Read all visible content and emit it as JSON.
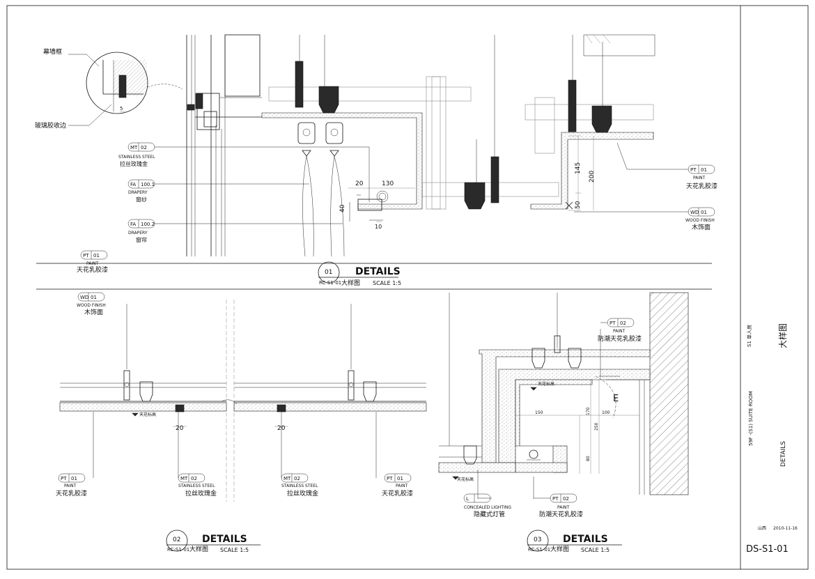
{
  "sheet": {
    "sheet_number": "DS-S1-01",
    "title_cn": "大样图",
    "room_cn": "S1 单人房",
    "room_en": "59F -(S1) SUITE ROOM",
    "details_en": "DETAILS",
    "signature": "山西",
    "date": "2010-11-16"
  },
  "detail01": {
    "num": "01",
    "ref": "RC-S1-01",
    "title": "DETAILS",
    "title_cn": "大样图",
    "scale": "SCALE   1:5",
    "callouts": {
      "curtain_frame": "幕墙框",
      "glass_glue": "玻璃胶收边",
      "ss": {
        "code": "MT",
        "num": "02",
        "en": "STAINLESS STEEL",
        "cn": "拉丝玫瑰金"
      },
      "sheer": {
        "code": "FA",
        "num": "100.1",
        "en": "DRAPERY",
        "cn": "窗纱"
      },
      "curtain": {
        "code": "FA",
        "num": "100.2",
        "en": "DRAPERY",
        "cn": "窗帘"
      },
      "paint_l": {
        "code": "PT",
        "num": "01",
        "en": "PAINT",
        "cn": "天花乳胶漆"
      },
      "paint_r": {
        "code": "PT",
        "num": "01",
        "en": "PAINT",
        "cn": "天花乳胶漆"
      },
      "wood": {
        "code": "WD",
        "num": "01",
        "en": "WOOD FINISH",
        "cn": "木饰面"
      }
    },
    "dims": {
      "d20": "20",
      "d130": "130",
      "d40": "40",
      "d10": "10",
      "d5": "5",
      "d145": "145",
      "d200": "200",
      "d50": "50"
    }
  },
  "detail02": {
    "num": "02",
    "ref": "RC-S1-01",
    "title": "DETAILS",
    "title_cn": "大样图",
    "scale": "SCALE   1:5",
    "callouts": {
      "wood": {
        "code": "WD",
        "num": "01",
        "en": "WOOD FINISH",
        "cn": "木饰面"
      },
      "paint_l": {
        "code": "PT",
        "num": "01",
        "en": "PAINT",
        "cn": "天花乳胶漆"
      },
      "ss_l": {
        "code": "MT",
        "num": "02",
        "en": "STAINLESS STEEL",
        "cn": "拉丝玫瑰金"
      },
      "ss_r": {
        "code": "MT",
        "num": "02",
        "en": "STAINLESS STEEL",
        "cn": "拉丝玫瑰金"
      },
      "paint_r": {
        "code": "PT",
        "num": "01",
        "en": "PAINT",
        "cn": "天花乳胶漆"
      }
    },
    "dims": {
      "d20a": "20",
      "d20b": "20"
    },
    "level_tag": "天花标高"
  },
  "detail03": {
    "num": "03",
    "ref": "RC-S1-01",
    "title": "DETAILS",
    "title_cn": "大样图",
    "scale": "SCALE   1:5",
    "section_mark": "E",
    "callouts": {
      "paint_top": {
        "code": "PT",
        "num": "02",
        "en": "PAINT",
        "cn": "防潮天花乳胶漆"
      },
      "lighting": {
        "code": "L",
        "num": "",
        "en": "CONCEALED LIGHTING",
        "cn": "隐藏式灯管"
      },
      "paint_bottom": {
        "code": "PT",
        "num": "02",
        "en": "PAINT",
        "cn": "防潮天花乳胶漆"
      }
    },
    "dims": {
      "d150": "150",
      "d100": "100",
      "d170": "170",
      "d250": "250",
      "d80": "80"
    },
    "level_tag": "天花标高"
  }
}
